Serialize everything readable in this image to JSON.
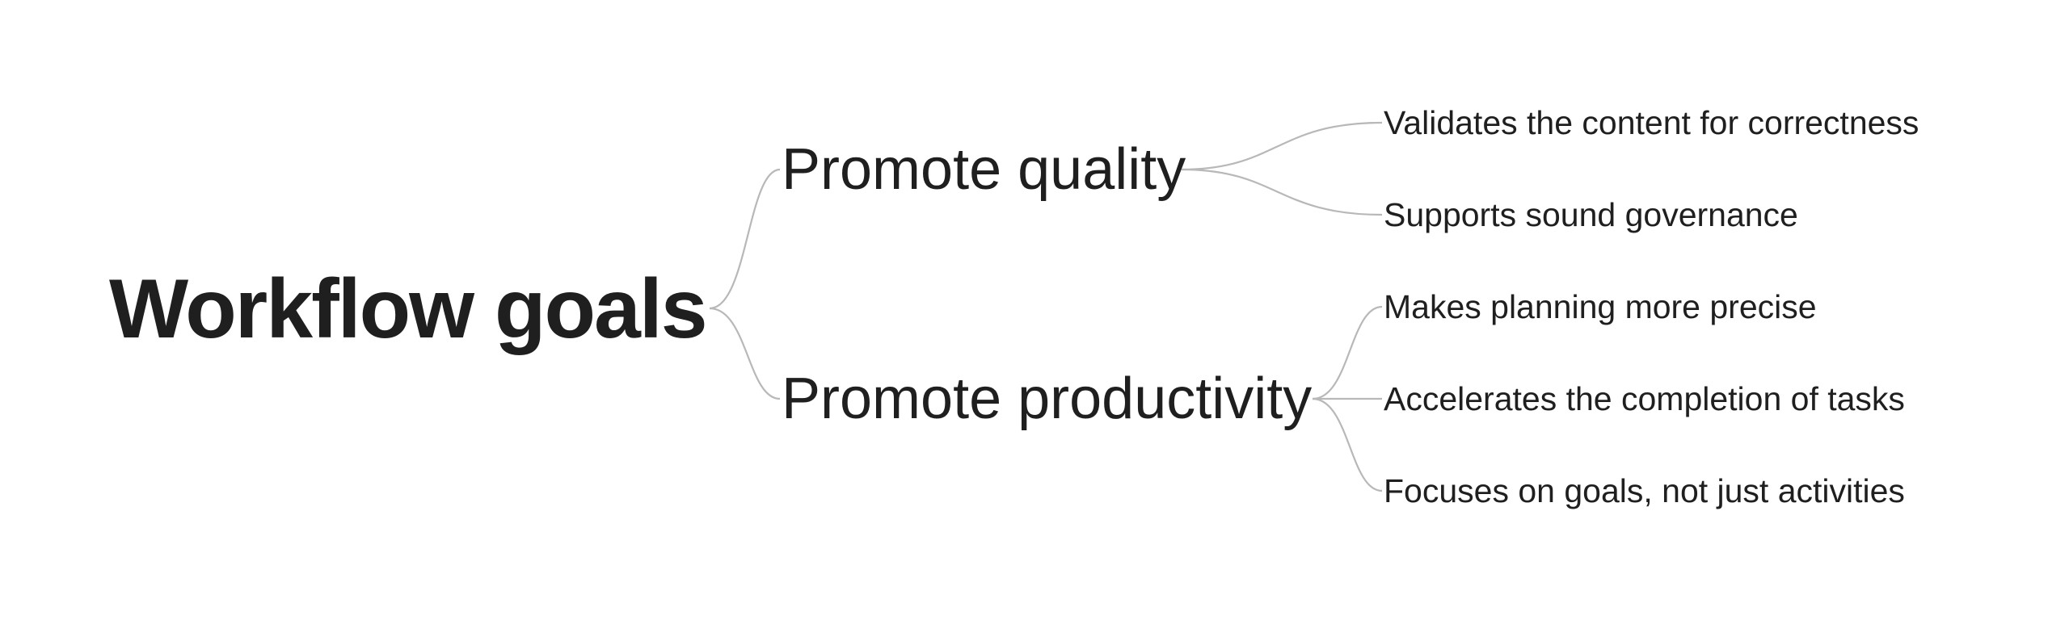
{
  "mindmap": {
    "root": "Workflow goals",
    "branches": [
      {
        "label": "Promote quality",
        "children": [
          "Validates the content for correctness",
          "Supports sound governance"
        ]
      },
      {
        "label": "Promote productivity",
        "children": [
          "Makes planning more precise",
          "Accelerates the completion of tasks",
          "Focuses on goals, not just activities"
        ]
      }
    ]
  },
  "colors": {
    "text": "#1f1f1f",
    "connector": "#b8b8b8",
    "background": "#ffffff"
  }
}
